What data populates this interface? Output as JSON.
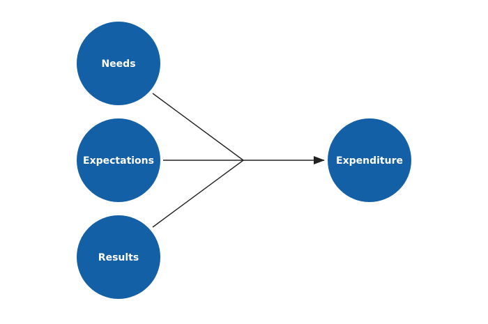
{
  "diagram": {
    "inputs": [
      {
        "label": "Needs"
      },
      {
        "label": "Expectations"
      },
      {
        "label": "Results"
      }
    ],
    "output": {
      "label": "Expenditure"
    }
  },
  "colors": {
    "node_fill": "#1460A6",
    "connector": "#222222",
    "text": "#ffffff"
  }
}
